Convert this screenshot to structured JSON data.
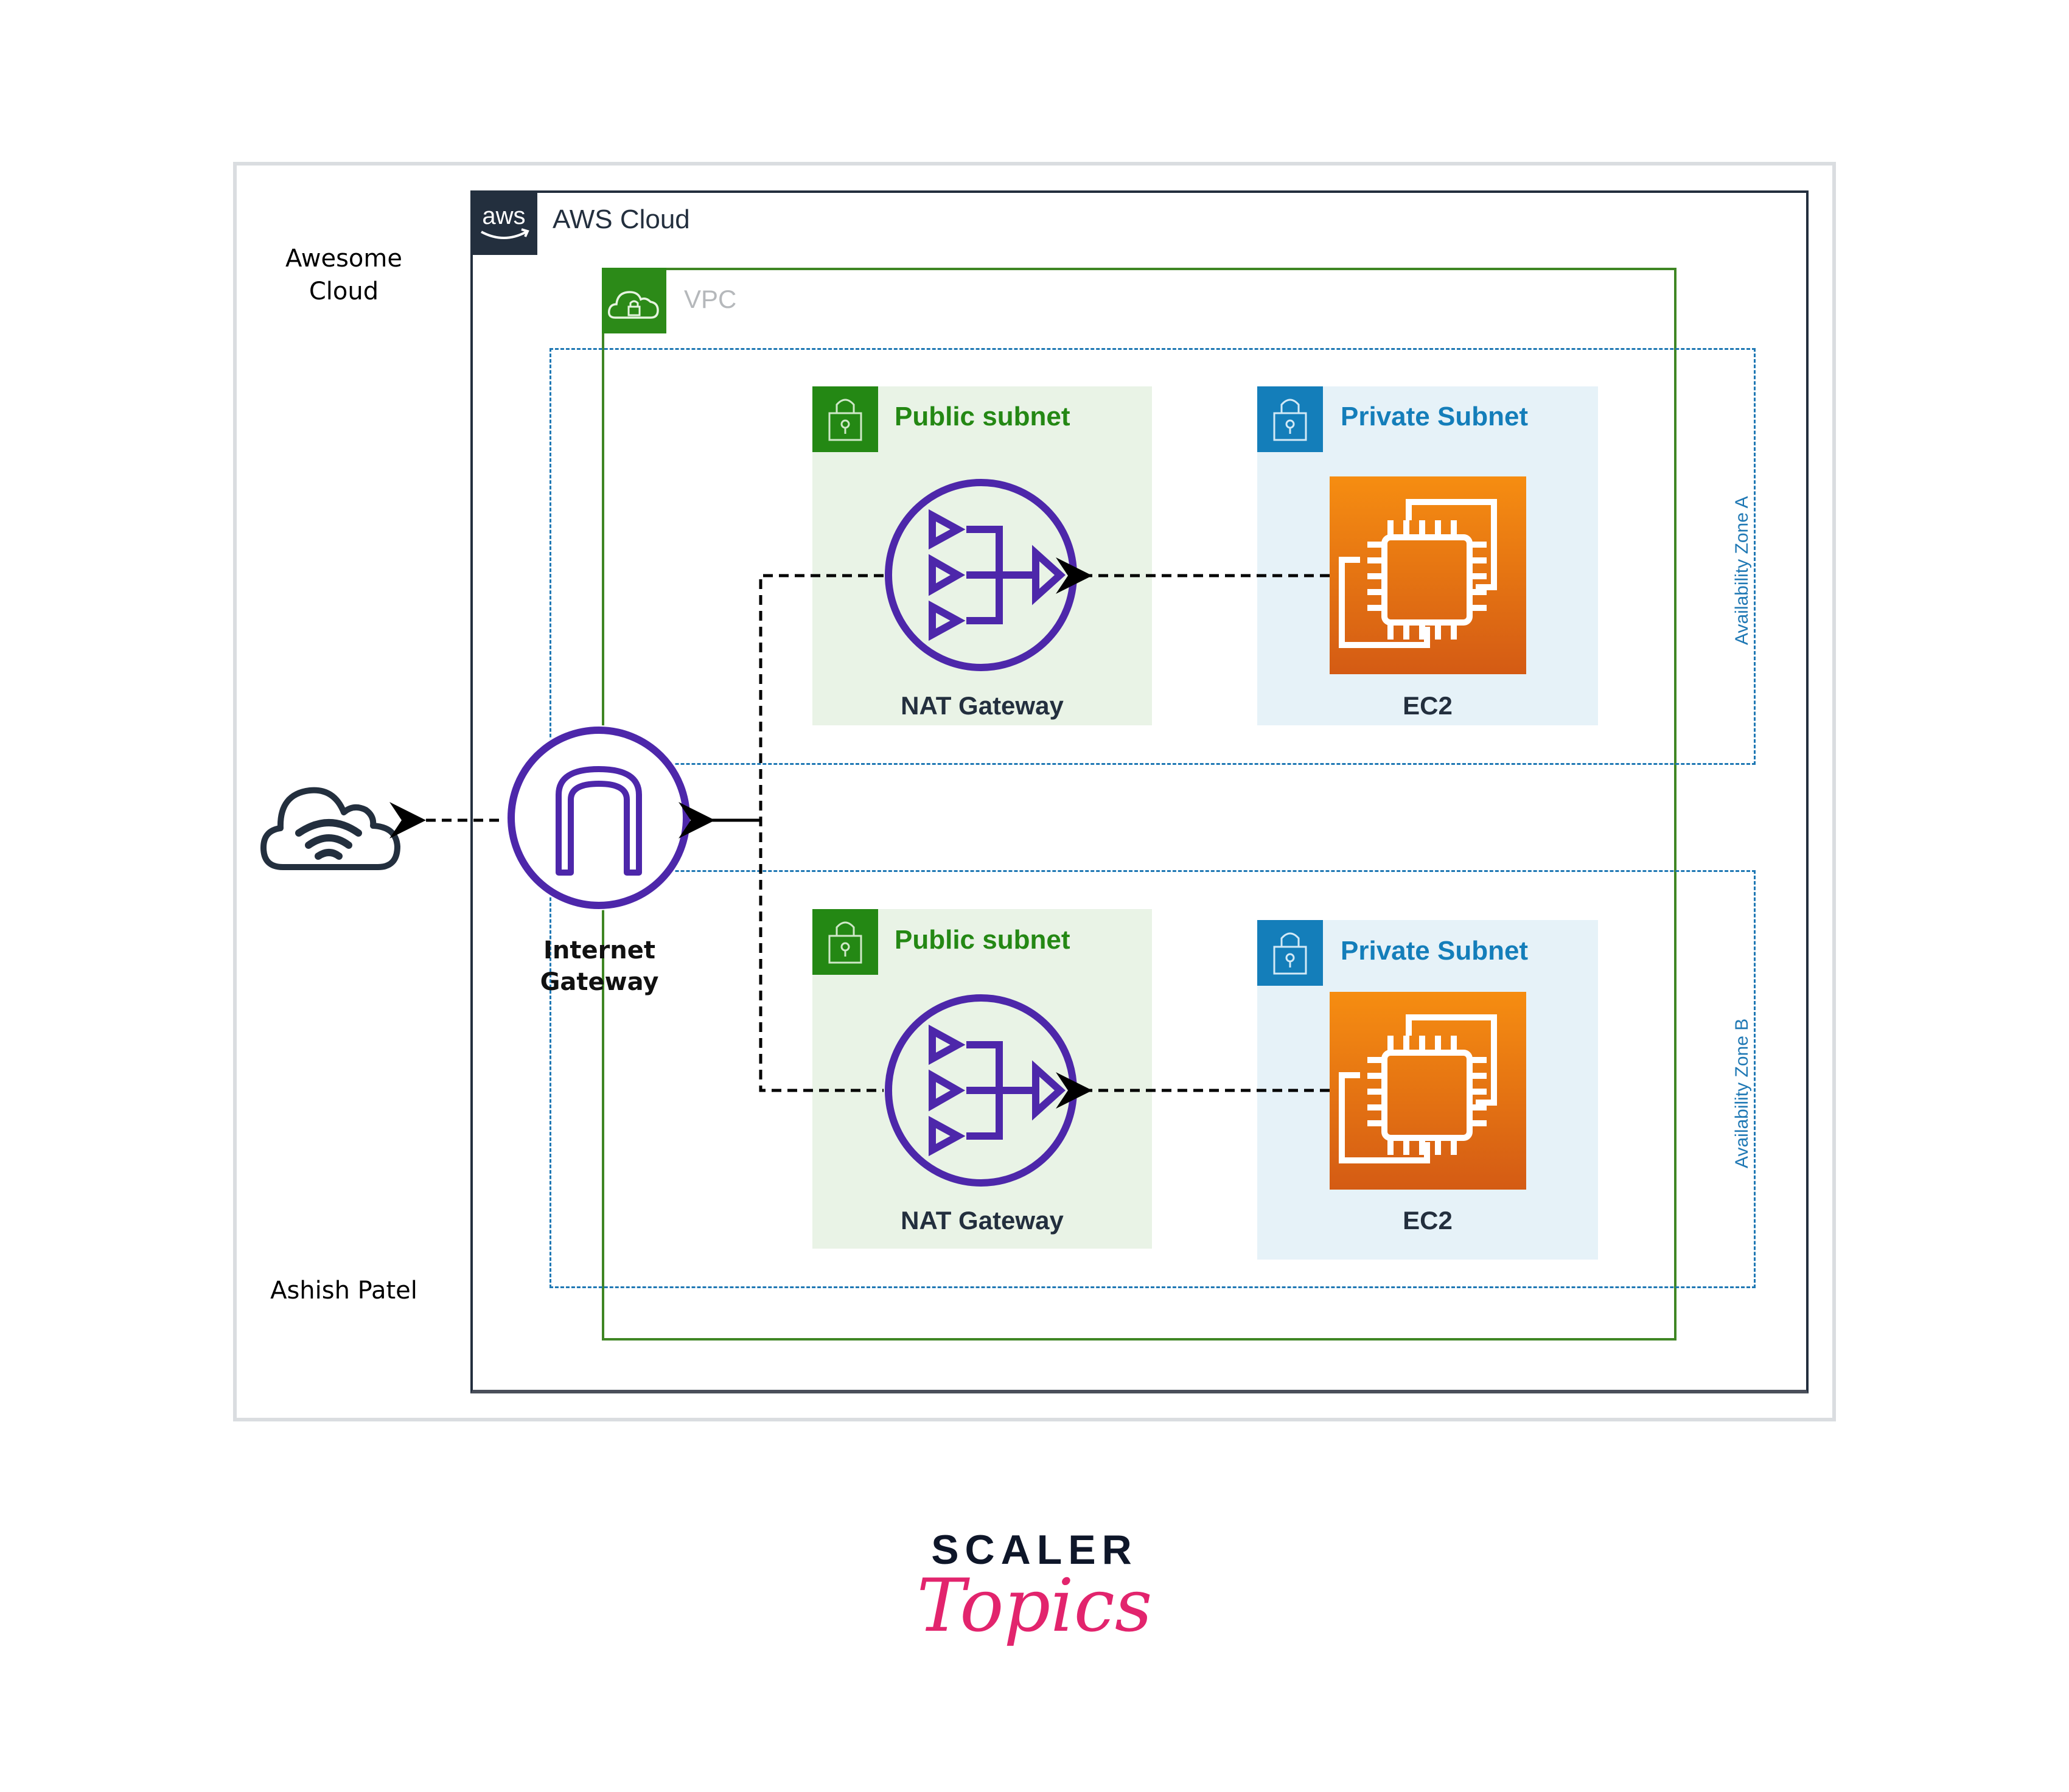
{
  "diagram": {
    "left_panel": {
      "title_line1": "Awesome",
      "title_line2": "Cloud",
      "author": "Ashish Patel"
    },
    "aws_cloud": {
      "label": "AWS Cloud",
      "logo_text": "aws",
      "icon": "aws-logo-icon"
    },
    "vpc": {
      "label": "VPC",
      "icon": "cloud-lock-icon"
    },
    "availability_zones": [
      {
        "label": "Availability Zone A",
        "public_subnet": {
          "title": "Public subnet",
          "icon": "lock-icon",
          "node": {
            "label": "NAT Gateway",
            "icon": "nat-gateway-icon"
          }
        },
        "private_subnet": {
          "title": "Private Subnet",
          "icon": "lock-icon",
          "node": {
            "label": "EC2",
            "icon": "ec2-chip-icon"
          }
        }
      },
      {
        "label": "Availability Zone B",
        "public_subnet": {
          "title": "Public subnet",
          "icon": "lock-icon",
          "node": {
            "label": "NAT Gateway",
            "icon": "nat-gateway-icon"
          }
        },
        "private_subnet": {
          "title": "Private Subnet",
          "icon": "lock-icon",
          "node": {
            "label": "EC2",
            "icon": "ec2-chip-icon"
          }
        }
      }
    ],
    "internet_gateway": {
      "label_line1": "Internet",
      "label_line2": "Gateway",
      "icon": "internet-gateway-icon"
    },
    "internet": {
      "icon": "cloud-wifi-icon"
    },
    "connections": [
      {
        "from": "EC2 (AZ A)",
        "to": "NAT Gateway (AZ A)",
        "style": "dashed"
      },
      {
        "from": "EC2 (AZ B)",
        "to": "NAT Gateway (AZ B)",
        "style": "dashed"
      },
      {
        "from": "NAT Gateway (AZ A)",
        "to": "Internet Gateway",
        "style": "dashed"
      },
      {
        "from": "NAT Gateway (AZ B)",
        "to": "Internet Gateway",
        "style": "dashed"
      },
      {
        "from": "Internet Gateway",
        "to": "Internet",
        "style": "dashed"
      }
    ],
    "colors": {
      "aws_dark": "#232f3e",
      "vpc_green": "#3f8624",
      "public_green": "#248814",
      "private_blue": "#147eba",
      "az_blue": "#1f78b4",
      "gateway_purple": "#4d27aa",
      "ec2_orange_top": "#f68d11",
      "ec2_orange_bottom": "#d45b14"
    }
  },
  "branding": {
    "line1": "SCALER",
    "line2": "Topics",
    "accent": "#e2246d"
  }
}
